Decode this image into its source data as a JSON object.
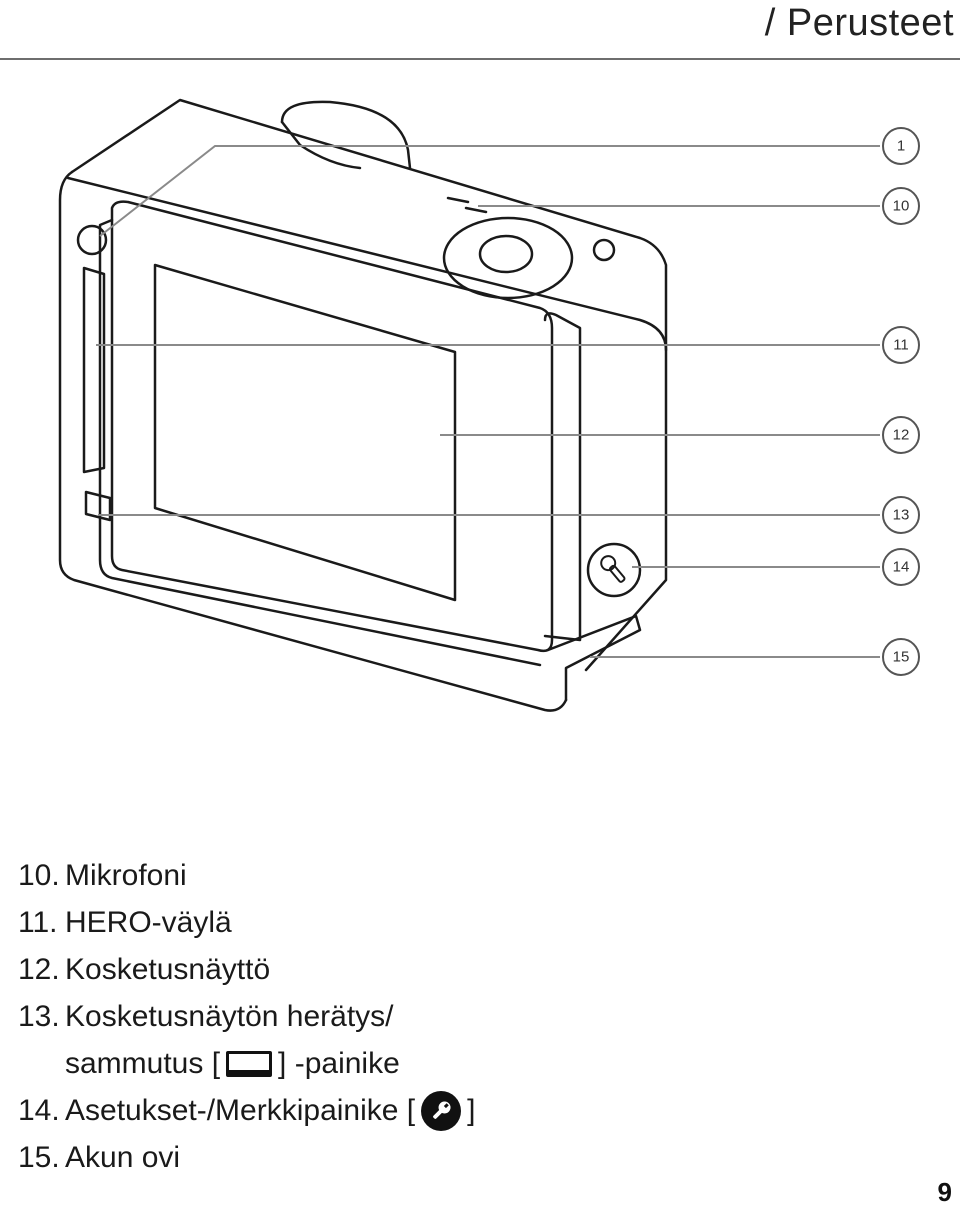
{
  "header": {
    "title": "/ Perusteet"
  },
  "callouts": [
    "1",
    "10",
    "11",
    "12",
    "13",
    "14",
    "15"
  ],
  "legend": {
    "items": [
      {
        "num": "10.",
        "text": "Mikrofoni"
      },
      {
        "num": "11.",
        "text": "HERO-väylä"
      },
      {
        "num": "12.",
        "text": "Kosketusnäyttö"
      },
      {
        "num": "13.",
        "text": "Kosketusnäytön herätys/"
      },
      {
        "num": "14.",
        "text_before": "Asetukset-/Merkkipainike [",
        "text_after": "]"
      },
      {
        "num": "15.",
        "text": "Akun ovi"
      }
    ],
    "item13_cont_before": "sammutus [",
    "item13_cont_after": "] -painike",
    "icons": {
      "screen": "screen-icon",
      "wrench": "wrench-icon"
    }
  },
  "page_number": "9"
}
